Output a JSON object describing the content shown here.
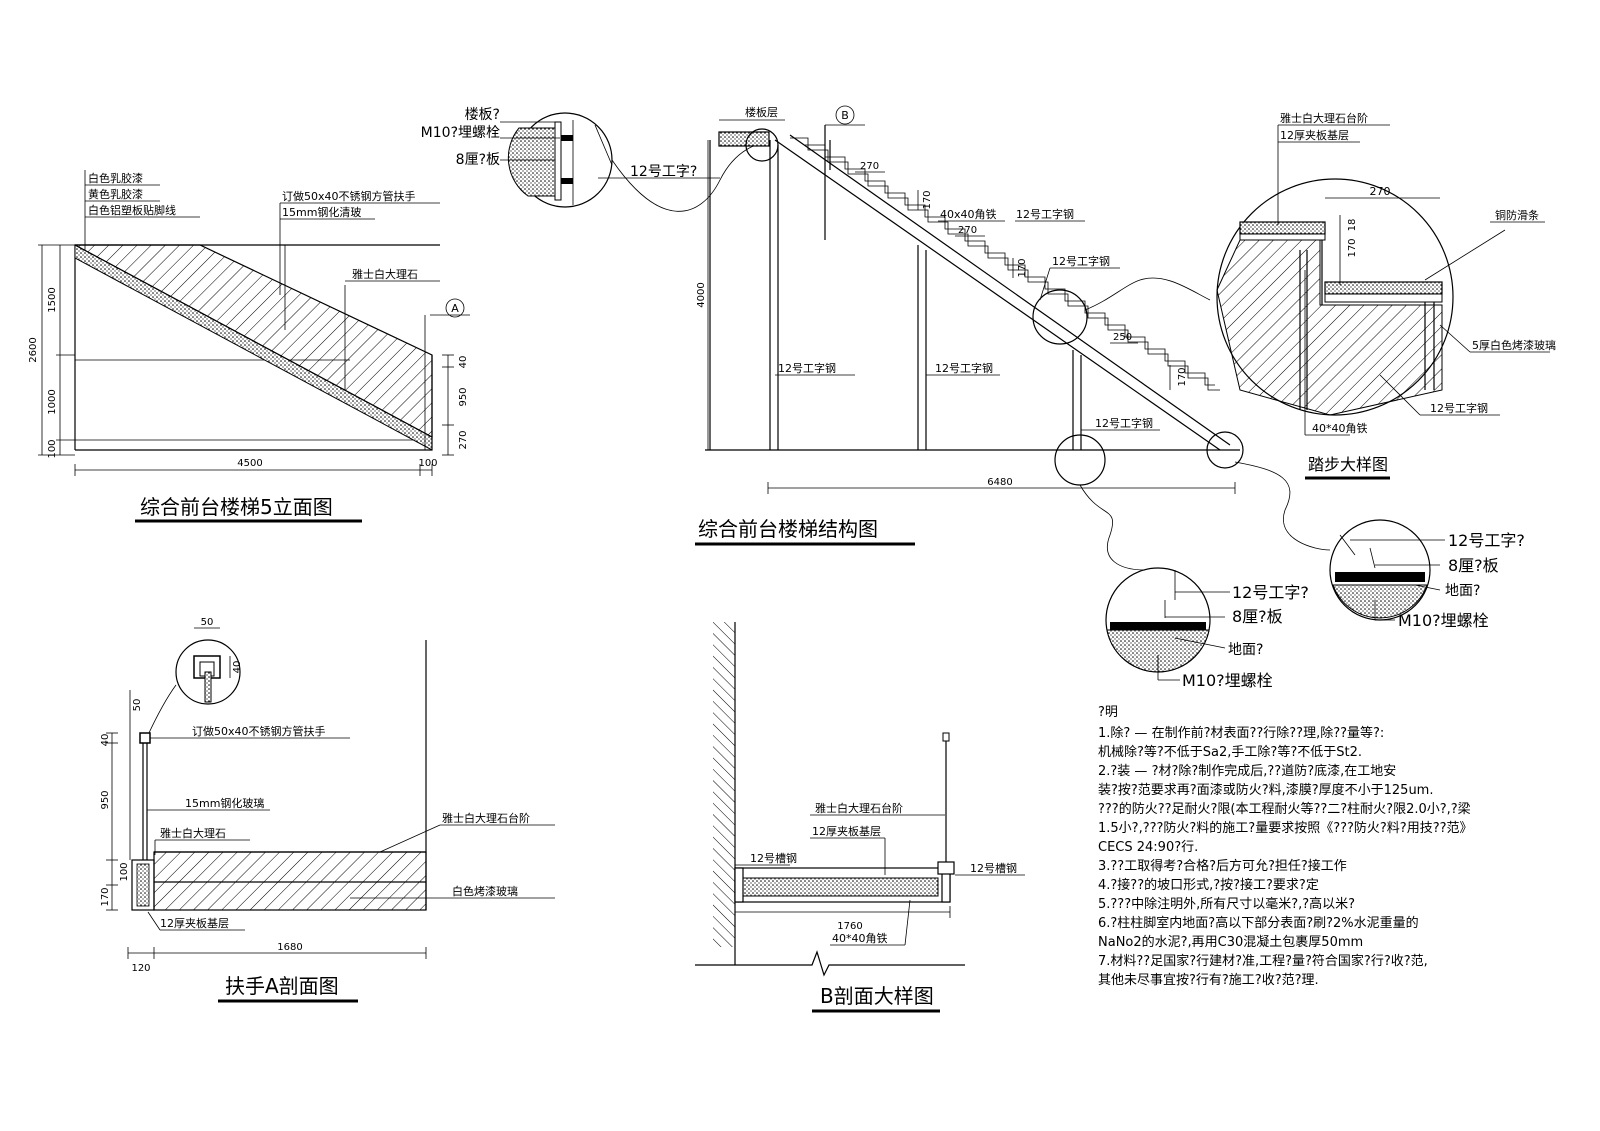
{
  "drawings": {
    "elevation5": {
      "title": "综合前台楼梯5立面图",
      "labels": {
        "white_latex": "白色乳胶漆",
        "yellow_latex": "黄色乳胶漆",
        "white_aluminum": "白色铝塑板贴脚线",
        "handrail": "订做50x40不锈钢方管扶手",
        "glass": "15mm钢化清玻",
        "marble": "雅士白大理石",
        "section_a": "A"
      },
      "dims": {
        "total_h": "2600",
        "h1": "1500",
        "h2": "1000",
        "h3": "100",
        "length": "4500",
        "d40": "40",
        "d950": "950",
        "d270": "270",
        "d100": "100"
      }
    },
    "structure": {
      "title": "综合前台楼梯结构图",
      "labels": {
        "slab_top": "楼板层",
        "section_b": "B",
        "angle": "40x40角铁",
        "channel1": "12号工字钢",
        "channel2": "12号工字钢",
        "channel3": "12号工字钢",
        "channel4": "12号工字钢",
        "channel5": "12号工字钢"
      },
      "dims": {
        "height": "4000",
        "w270a": "270",
        "w270b": "270",
        "h170a": "170",
        "h170b": "170",
        "w250": "250",
        "h170c": "170",
        "span": "6480"
      }
    },
    "detail_top": {
      "slab": "楼板?",
      "bolt": "M10?埋螺栓",
      "plate": "8厘?板",
      "beam": "12号工字?"
    },
    "step_detail": {
      "title": "踏步大样图",
      "marble": "雅士白大理石台阶",
      "board": "12厚夹板基层",
      "anti_slip": "铜防滑条",
      "glass": "5厚白色烤漆玻璃",
      "channel": "12号工字钢",
      "angle": "40*40角铁",
      "w270": "270",
      "h18": "18",
      "h170": "170"
    },
    "detail_mid": {
      "beam": "12号工字?",
      "plate": "8厘?板",
      "ground": "地面?",
      "bolt": "M10?埋螺栓"
    },
    "detail_right": {
      "beam": "12号工字?",
      "plate": "8厘?板",
      "ground": "地面?",
      "bolt": "M10?埋螺栓"
    },
    "handrail_a": {
      "title": "扶手A剖面图",
      "handrail": "订做50x40不锈钢方管扶手",
      "glass": "15mm钢化玻璃",
      "marble": "雅士白大理石",
      "marble_step": "雅士白大理石台阶",
      "glass_white": "白色烤漆玻璃",
      "board": "12厚夹板基层",
      "d50top": "50",
      "d40side": "40",
      "d50": "50",
      "d40": "40",
      "d950": "950",
      "d100": "100",
      "d170": "170",
      "d120": "120",
      "d1680": "1680"
    },
    "section_b": {
      "title": "B剖面大样图",
      "marble": "雅士白大理石台阶",
      "board": "12厚夹板基层",
      "channel_l": "12号槽钢",
      "channel_r": "12号槽钢",
      "d1760": "1760",
      "angle": "40*40角铁"
    }
  },
  "notes": {
    "heading": "?明",
    "lines": [
      "1.除? — 在制作前?材表面??行除??理,除??量等?:",
      "  机械除?等?不低于Sa2,手工除?等?不低于St2.",
      "2.?装 — ?材?除?制作完成后,??道防?底漆,在工地安",
      "  装?按?范要求再?面漆或防火?料,漆膜?厚度不小于125um.",
      "  ???的防火??足耐火?限(本工程耐火等??二?柱耐火?限2.0小?,?梁",
      "  1.5小?,???防火?料的施工?量要求按照《???防火?料?用技??范》",
      "  CECS 24:90?行.",
      "3.??工取得考?合格?后方可允?担任?接工作",
      "4.?接??的坡口形式,?按?接工?要求?定",
      "5.???中除注明外,所有尺寸以毫米?,?高以米?",
      "6.?柱柱脚室内地面?高以下部分表面?刷?2%水泥重量的",
      "  NaNo2的水泥?,再用C30混凝土包裹厚50mm",
      "7.材料??足国家?行建材?准,工程?量?符合国家?行?收?范,",
      "  其他未尽事宜按?行有?施工?收?范?理."
    ]
  }
}
